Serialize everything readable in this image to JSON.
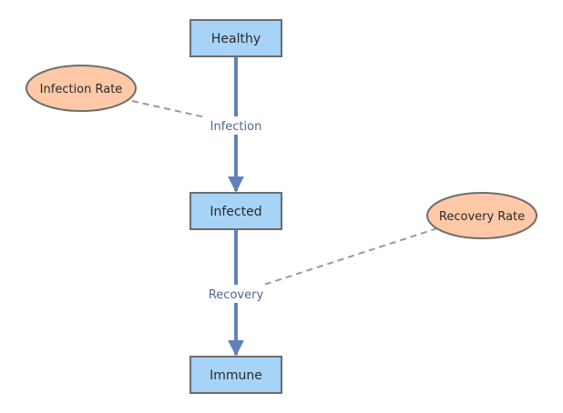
{
  "colors": {
    "stock_fill": "#a7d3f7",
    "stock_stroke": "#6d6d6d",
    "aux_fill": "#ffc8a6",
    "aux_stroke": "#6d6d6d",
    "flow_stroke": "#5f82bd",
    "flow_label_color": "#4e6791",
    "link_stroke": "#9a9a9a",
    "text_color": "#2b2b2b"
  },
  "stocks": {
    "healthy": "Healthy",
    "infected": "Infected",
    "immune": "Immune"
  },
  "auxiliaries": {
    "infection_rate": "Infection Rate",
    "recovery_rate": "Recovery Rate"
  },
  "flows": {
    "infection": "Infection",
    "recovery": "Recovery"
  }
}
